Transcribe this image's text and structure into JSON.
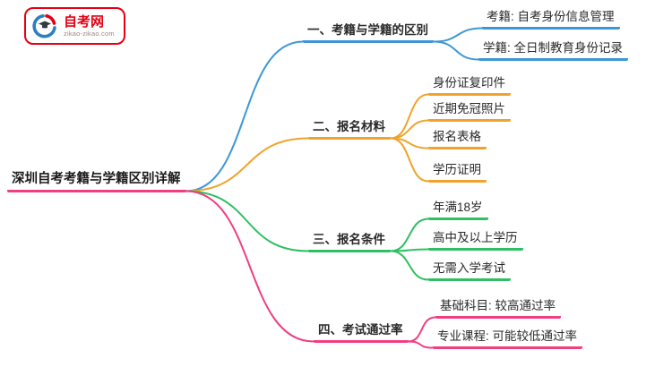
{
  "logo": {
    "title": "自考网",
    "subtitle": "zikao-zikao.com",
    "brand_color": "#e60012"
  },
  "mindmap": {
    "root": {
      "label": "深圳自考考籍与学籍区别详解",
      "color": "#f03e81"
    },
    "branches": [
      {
        "label": "一、考籍与学籍的区别",
        "color": "#3e97d4",
        "children": [
          {
            "text": "考籍: 自考身份信息管理"
          },
          {
            "text": "学籍: 全日制教育身份记录"
          }
        ]
      },
      {
        "label": "二、报名材料",
        "color": "#f0a32c",
        "children": [
          {
            "text": "身份证复印件"
          },
          {
            "text": "近期免冠照片"
          },
          {
            "text": "报名表格"
          },
          {
            "text": "学历证明"
          }
        ]
      },
      {
        "label": "三、报名条件",
        "color": "#2fbf63",
        "children": [
          {
            "text": "年满18岁"
          },
          {
            "text": "高中及以上学历"
          },
          {
            "text": "无需入学考试"
          }
        ]
      },
      {
        "label": "四、考试通过率",
        "color": "#f03e81",
        "children": [
          {
            "text": "基础科目: 较高通过率"
          },
          {
            "text": "专业课程: 可能较低通过率"
          }
        ]
      }
    ]
  }
}
